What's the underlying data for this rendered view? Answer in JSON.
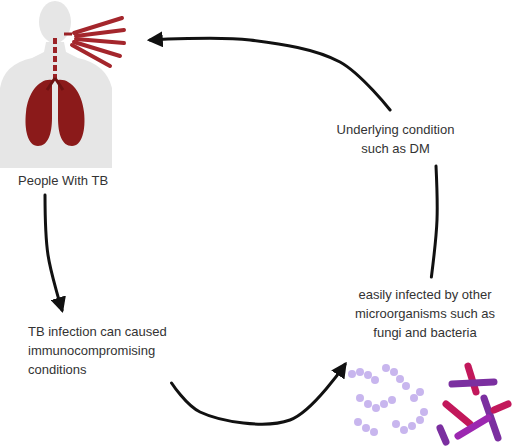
{
  "diagram": {
    "nodes": [
      {
        "text": [
          "People With TB"
        ]
      },
      {
        "text": [
          "TB infection can caused immunocompromising conditions"
        ]
      },
      {
        "text": [
          "easily infected by other microorganisms such as fungi and bacteria"
        ]
      },
      {
        "text": [
          "Underlying condition such as DM"
        ]
      }
    ],
    "edges": [
      {
        "from": 0,
        "to": 1,
        "arrow": "to"
      },
      {
        "from": 1,
        "to": 2,
        "arrow": "to"
      },
      {
        "from": 2,
        "to": 3,
        "arrow": "none"
      },
      {
        "from": 3,
        "to": 0,
        "arrow": "to"
      }
    ]
  }
}
